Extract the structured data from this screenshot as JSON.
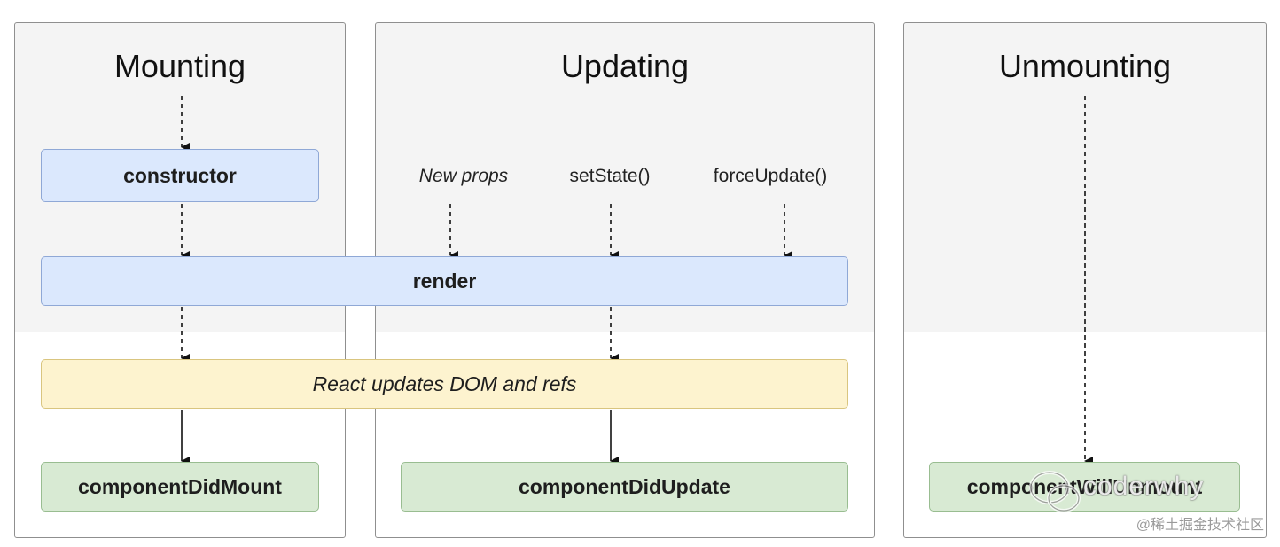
{
  "phases": {
    "mounting": "Mounting",
    "updating": "Updating",
    "unmounting": "Unmounting"
  },
  "triggers": {
    "new_props": "New props",
    "set_state": "setState()",
    "force_update": "forceUpdate()"
  },
  "boxes": {
    "constructor": "constructor",
    "render": "render",
    "react_updates": "React updates DOM and refs",
    "component_did_mount": "componentDidMount",
    "component_did_update": "componentDidUpdate",
    "component_will_unmount": "componentWillUnmount"
  },
  "watermark": {
    "site": "@稀土掘金技术社区",
    "account": "coderwhy"
  },
  "colors": {
    "render_phase_bg": "#f4f4f4",
    "commit_phase_bg": "#ffffff",
    "blue_box": "#dbe8fd",
    "yellow_box": "#fdf3cf",
    "green_box": "#d8ead3"
  }
}
